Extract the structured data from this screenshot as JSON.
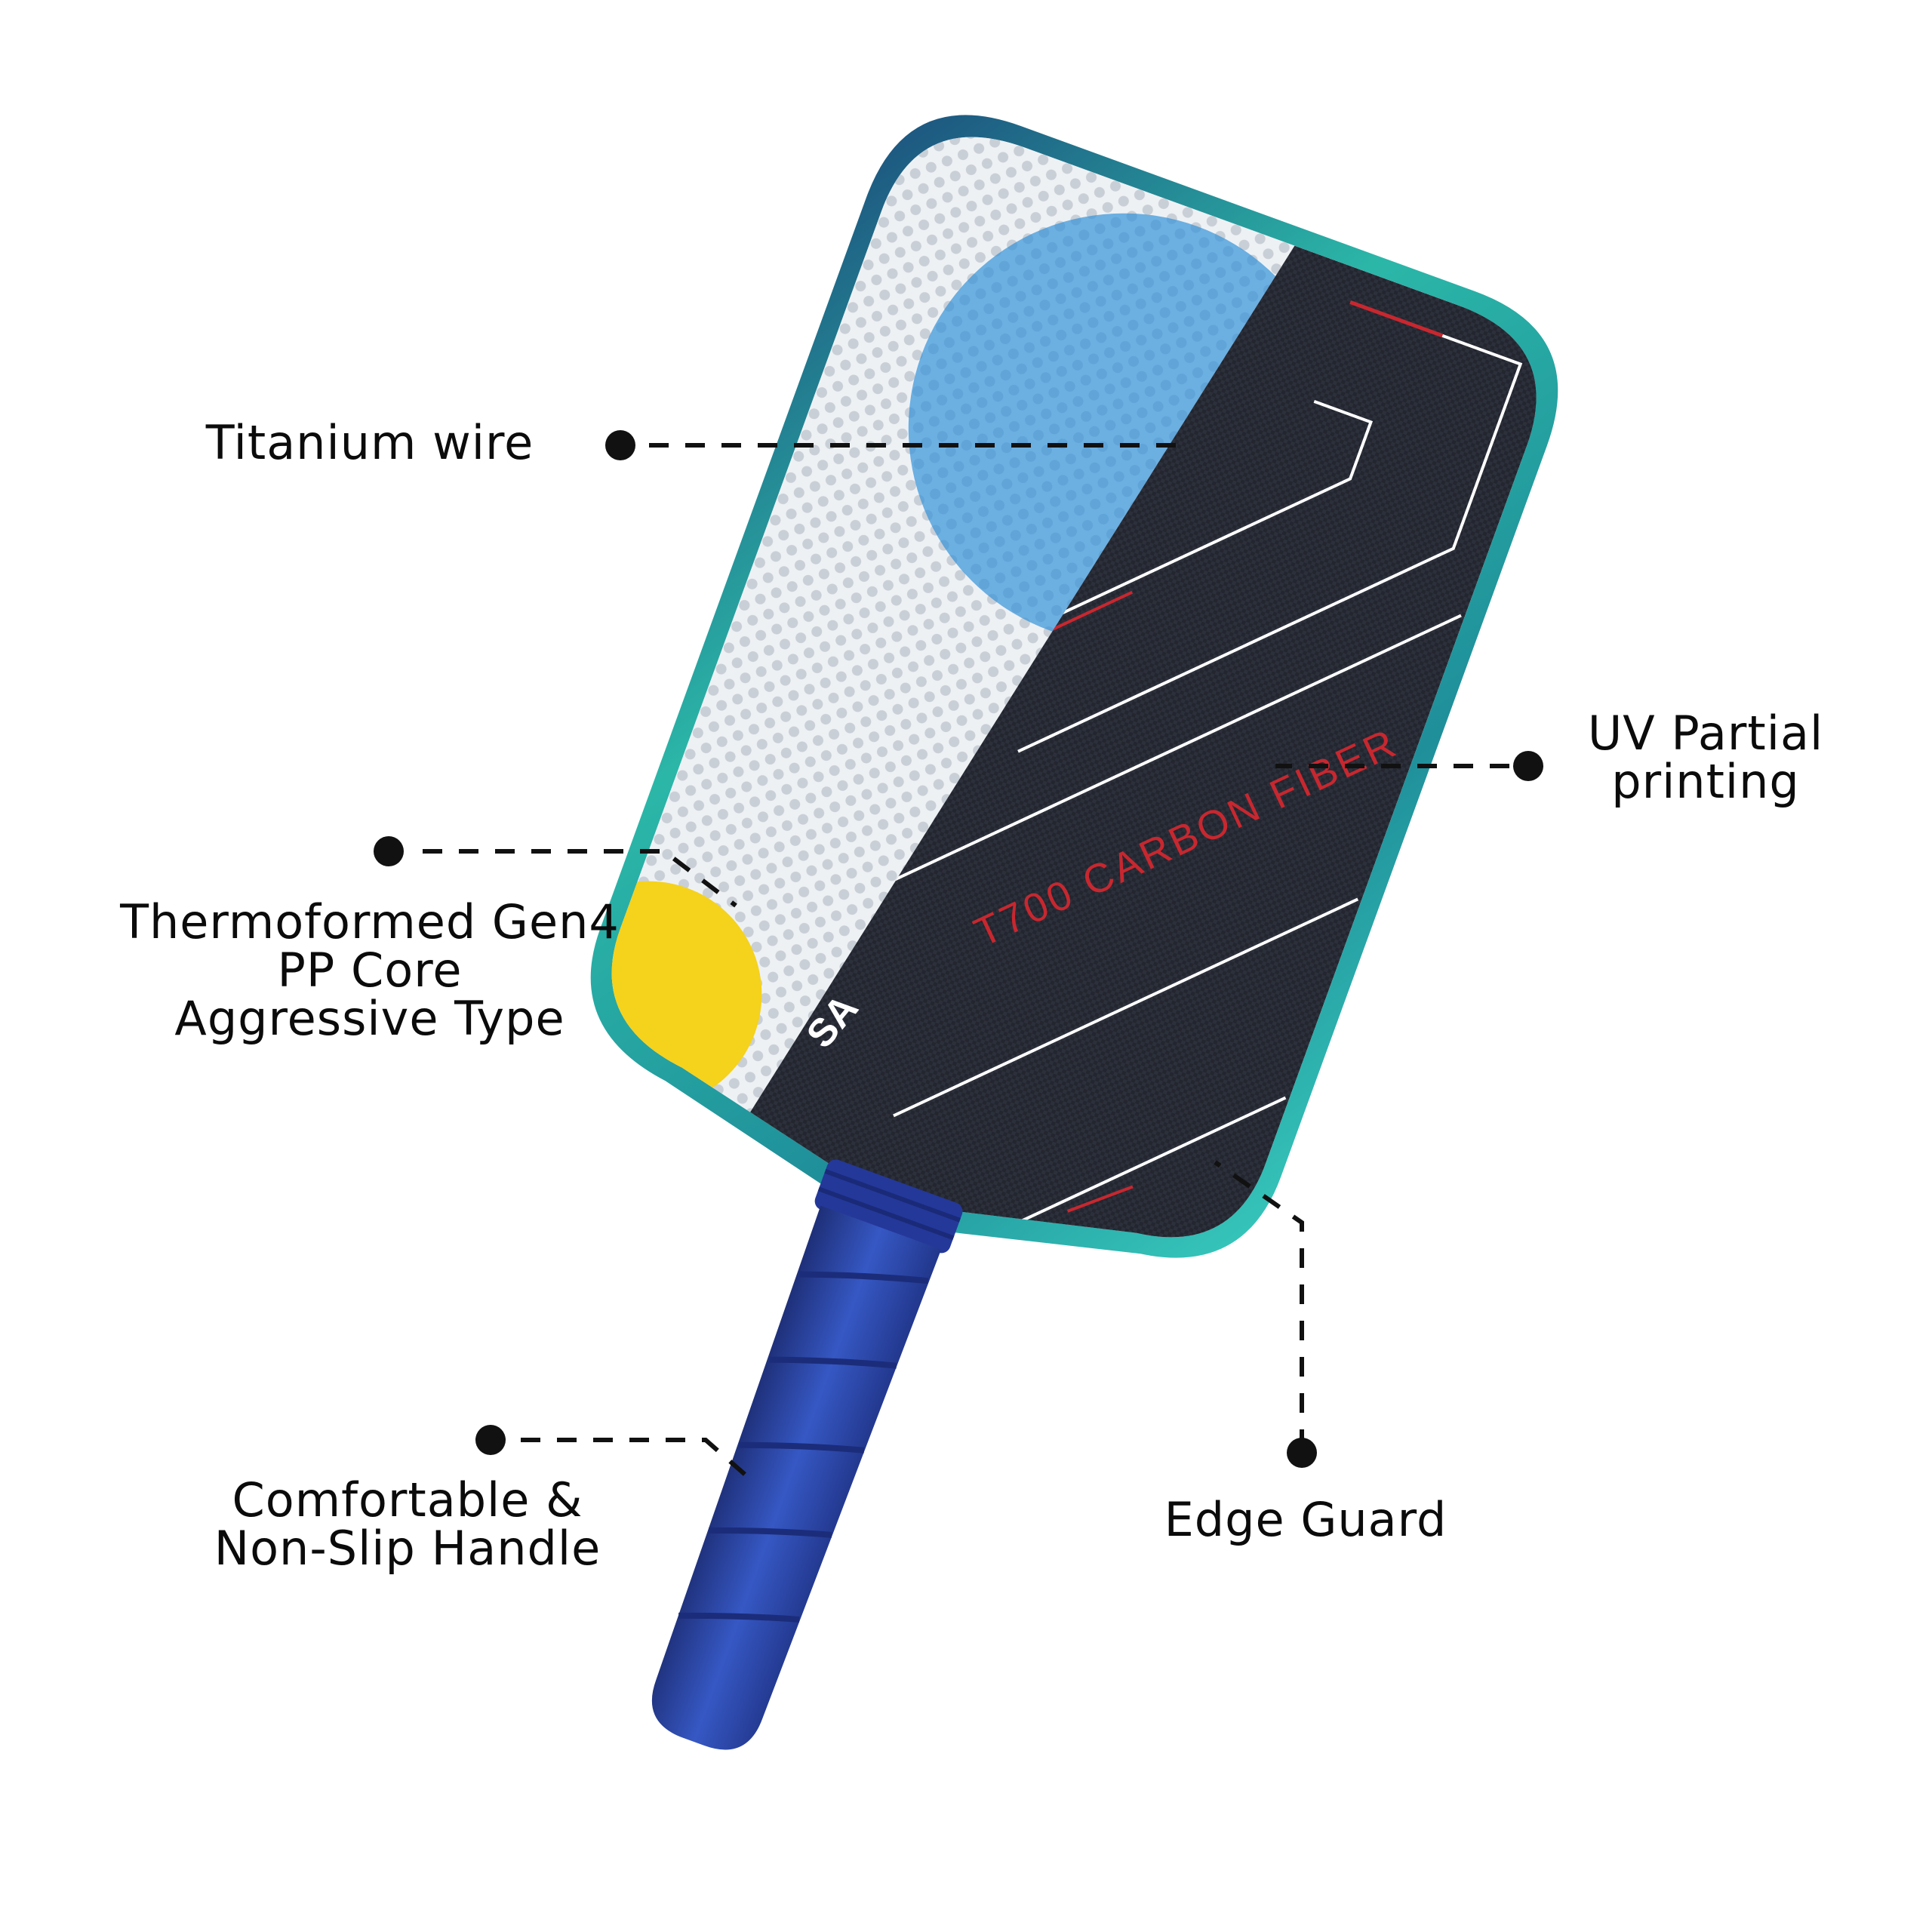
{
  "callouts": {
    "titanium": {
      "lines": [
        "Titanium wire"
      ]
    },
    "core": {
      "lines": [
        "Thermoformed Gen4",
        "PP Core",
        "Aggressive Type"
      ]
    },
    "handle": {
      "lines": [
        "Comfortable &",
        "Non-Slip Handle"
      ]
    },
    "uv": {
      "lines": [
        "UV Partial",
        "printing"
      ]
    },
    "edge": {
      "lines": [
        "Edge Guard"
      ]
    }
  },
  "paddle_print": {
    "material": "T700 CARBON FIBER",
    "partial_text": "SA"
  },
  "colors": {
    "background": "#ffffff",
    "text": "#0b0b0b",
    "leader_line": "#111111",
    "carbon_face": "#23262f",
    "accent_red": "#c8272f",
    "edge_guard": "#2bb7a8",
    "honeycomb": "#d8dde2",
    "blue_disc": "#2d8fd8",
    "yellow_disc": "#f5d21c",
    "grip": "#2f4fb0"
  },
  "icons": [
    "callout-dot",
    "paddle-illustration"
  ]
}
